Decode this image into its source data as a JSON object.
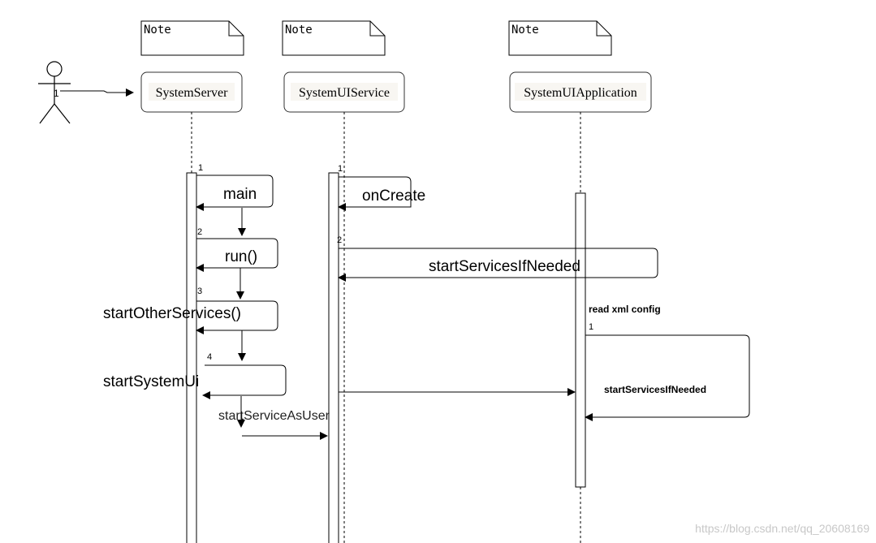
{
  "notes": [
    "Note",
    "Note",
    "Note"
  ],
  "lifelines": [
    "SystemServer",
    "SystemUIService",
    "SystemUIApplication"
  ],
  "actor_step": "1",
  "messages": {
    "main": "main",
    "run": "run()",
    "startOtherServices": "startOtherServices()",
    "startSystemUi": "startSystemUi",
    "startServiceAsUser": "startServiceAsUser",
    "onCreate": "onCreate",
    "startServicesIfNeeded_1": "startServicesIfNeeded",
    "read_xml_config": "read xml config",
    "startServicesIfNeeded_2": "startServicesIfNeeded"
  },
  "step_numbers": {
    "server_1": "1",
    "server_2": "2",
    "server_3": "3",
    "server_4": "4",
    "service_1": "1",
    "service_2": "2",
    "app_1": "1"
  },
  "watermark": "https://blog.csdn.net/qq_20608169"
}
